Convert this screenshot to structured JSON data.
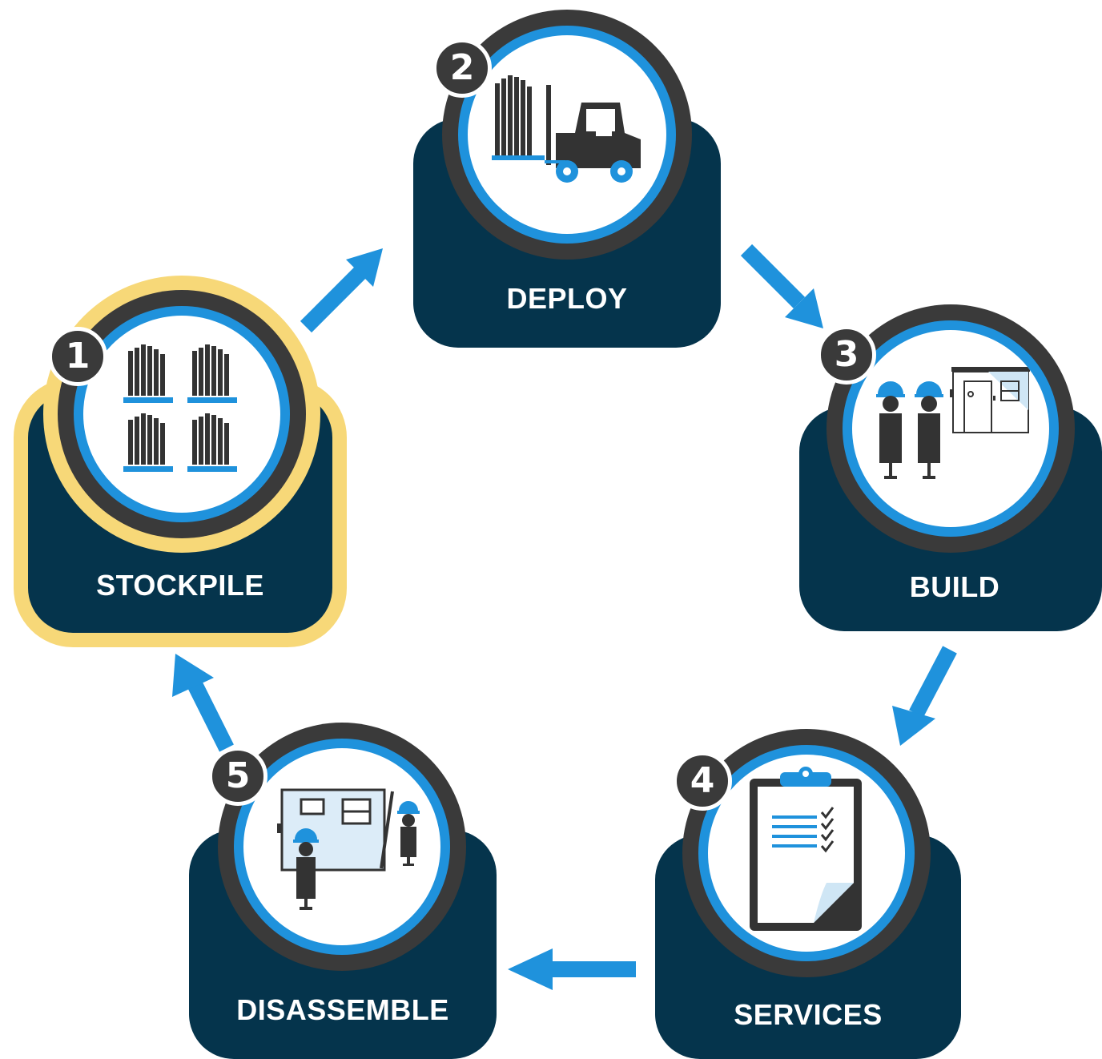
{
  "colors": {
    "panel": "#05344c",
    "ring_dark": "#3a3a3a",
    "ring_blue": "#1f92dc",
    "highlight": "#f7d878",
    "arrow": "#1f92dc"
  },
  "steps": [
    {
      "number": "1",
      "label": "STOCKPILE",
      "icon": "stacked-pallets-icon",
      "highlighted": true
    },
    {
      "number": "2",
      "label": "DEPLOY",
      "icon": "forklift-icon",
      "highlighted": false
    },
    {
      "number": "3",
      "label": "BUILD",
      "icon": "workers-building-icon",
      "highlighted": false
    },
    {
      "number": "4",
      "label": "SERVICES",
      "icon": "clipboard-checklist-icon",
      "highlighted": false
    },
    {
      "number": "5",
      "label": "DISASSEMBLE",
      "icon": "workers-disassemble-icon",
      "highlighted": false
    }
  ]
}
